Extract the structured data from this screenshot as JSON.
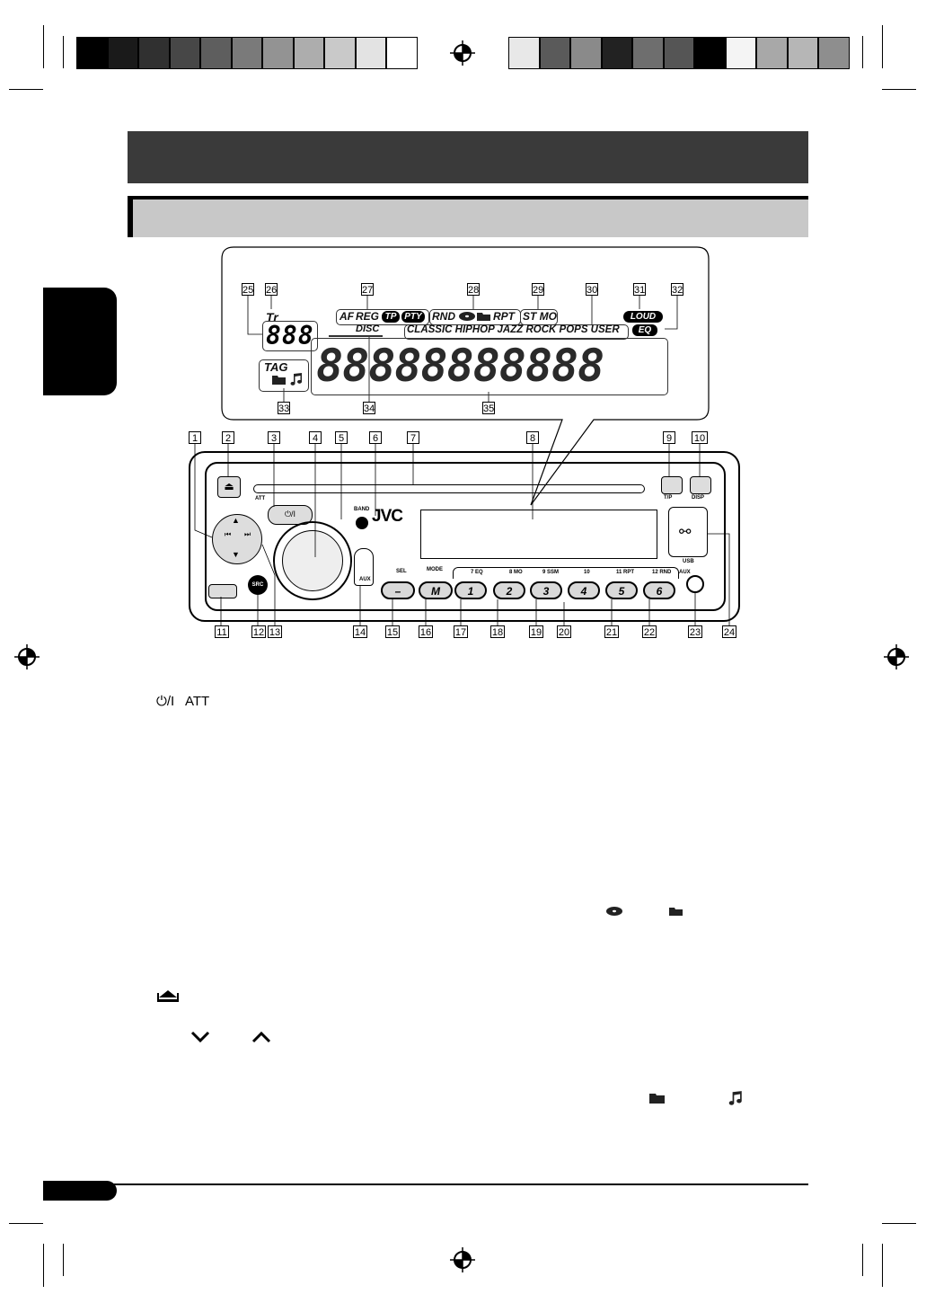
{
  "registration_bar": {
    "left_swatches": [
      "#000000",
      "#1a1a1a",
      "#303030",
      "#474747",
      "#5e5e5e",
      "#7a7a7a",
      "#939393",
      "#adadad",
      "#c9c9c9",
      "#e3e3e3",
      "#ffffff"
    ],
    "right_swatches": [
      "#e8e8e8",
      "#5a5a5a",
      "#8a8a8a",
      "#222222",
      "#6e6e6e",
      "#555555",
      "#000000",
      "#f4f4f4",
      "#a8a8a8",
      "#b6b6b6",
      "#8e8e8e"
    ]
  },
  "lcd": {
    "tr_label": "Tr",
    "track_digits": "888",
    "indicators_af_group": [
      "AF",
      "REG",
      "TP",
      "PTY"
    ],
    "indicators_rnd_group": [
      "RND",
      "RPT"
    ],
    "st_mo": "ST MO",
    "loud": "LOUD",
    "eq": "EQ",
    "eq_modes": "CLASSIC HIPHOP JAZZ ROCK POPS USER",
    "disc": "DISC",
    "tag": "TAG",
    "main_segments": "88888888888",
    "callouts_top": [
      "25",
      "26",
      "27",
      "28",
      "29",
      "30",
      "31",
      "32"
    ],
    "callouts_bottom": [
      "33",
      "34",
      "35"
    ]
  },
  "unit": {
    "brand": "JVC",
    "band_label": "BAND",
    "att_label": "ATT",
    "tp_label": "T/P",
    "disp_label": "DISP",
    "usb_label": "USB",
    "aux_label": "AUX",
    "aux_jack_label": "AUX",
    "src_label": "SRC",
    "sel_label": "SEL",
    "mode_label": "MODE",
    "m_button": "M",
    "presets": [
      "1",
      "2",
      "3",
      "4",
      "5",
      "6"
    ],
    "preset_sub_labels": [
      "7 EQ",
      "8 MO",
      "9 SSM",
      "10",
      "11 RPT",
      "12 RND"
    ],
    "callouts_top": [
      "1",
      "2",
      "3",
      "4",
      "5",
      "6",
      "7",
      "8",
      "9",
      "10"
    ],
    "callouts_bottom": [
      "11",
      "12",
      "13",
      "14",
      "15",
      "16",
      "17",
      "18",
      "19",
      "20",
      "21",
      "22",
      "23",
      "24"
    ]
  },
  "body": {
    "att_line": "ATT"
  }
}
